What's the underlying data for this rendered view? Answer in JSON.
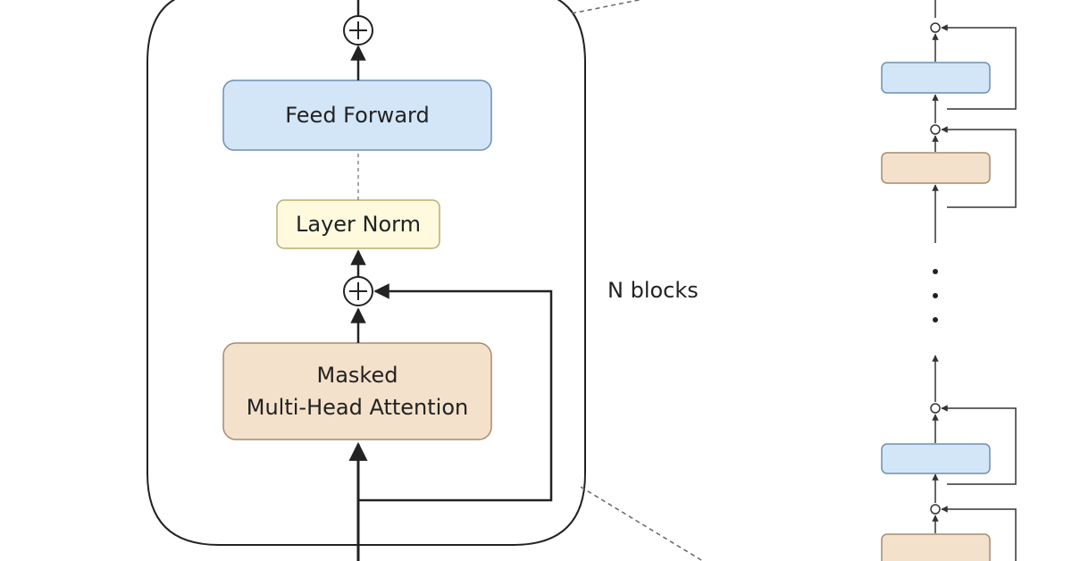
{
  "block": {
    "feed_forward": "Feed Forward",
    "layer_norm": "Layer Norm",
    "attention_line1": "Masked",
    "attention_line2": "Multi-Head Attention"
  },
  "repeat_label": "N blocks",
  "colors": {
    "feed_forward_fill": "#d3e6f8",
    "feed_forward_stroke": "#6f8eb0",
    "layer_norm_fill": "#fff9dd",
    "layer_norm_stroke": "#b8ad74",
    "attention_fill": "#f3e1cb",
    "attention_stroke": "#a48c70",
    "line": "#222222"
  }
}
